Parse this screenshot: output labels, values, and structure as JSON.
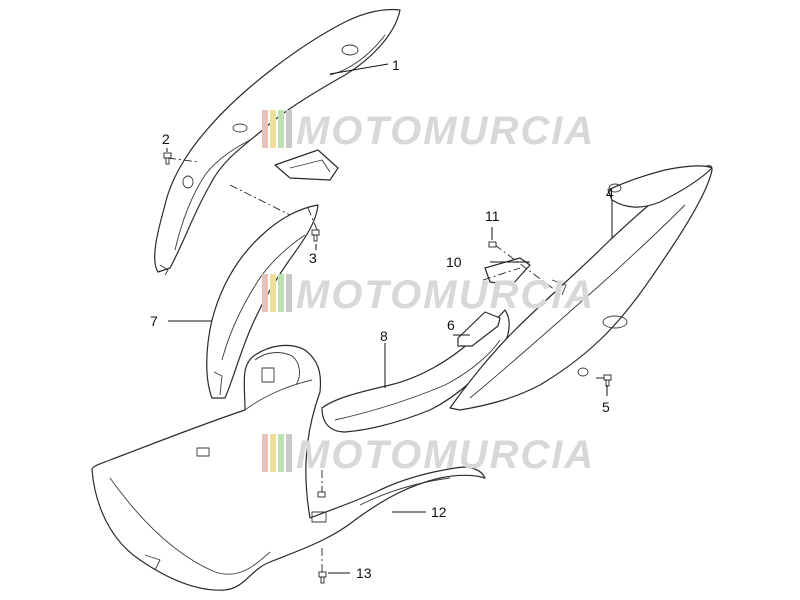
{
  "watermark": {
    "text": "MOTOMURCIA",
    "stripe_colors": [
      "#e8c1b8",
      "#f0df9a",
      "#bfe0b0",
      "#c9c9c9"
    ]
  },
  "callouts": [
    "1",
    "2",
    "3",
    "4",
    "5",
    "6",
    "7",
    "8",
    "10",
    "11",
    "12",
    "13"
  ]
}
